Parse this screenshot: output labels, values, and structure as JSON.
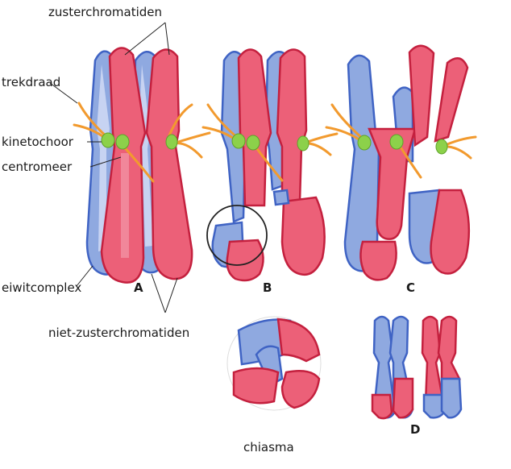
{
  "labels": {
    "zusterchromatiden": "zusterchromatiden",
    "trekdraad": "trekdraad",
    "kinetochoor": "kinetochoor",
    "centromeer": "centromeer",
    "eiwitcomplex": "eiwitcomplex",
    "niet_zusterchromatiden": "niet-zusterchromatiden",
    "chiasma": "chiasma"
  },
  "panels": {
    "a": "A",
    "b": "B",
    "c": "C",
    "d": "D"
  },
  "colors": {
    "blue_chromosome": "#8fa9e0",
    "blue_outline": "#3f63c4",
    "red_chromosome": "#ec6078",
    "red_outline": "#c4203e",
    "spindle_fiber": "#f29a2e",
    "kinetochore": "#8cd14a"
  }
}
